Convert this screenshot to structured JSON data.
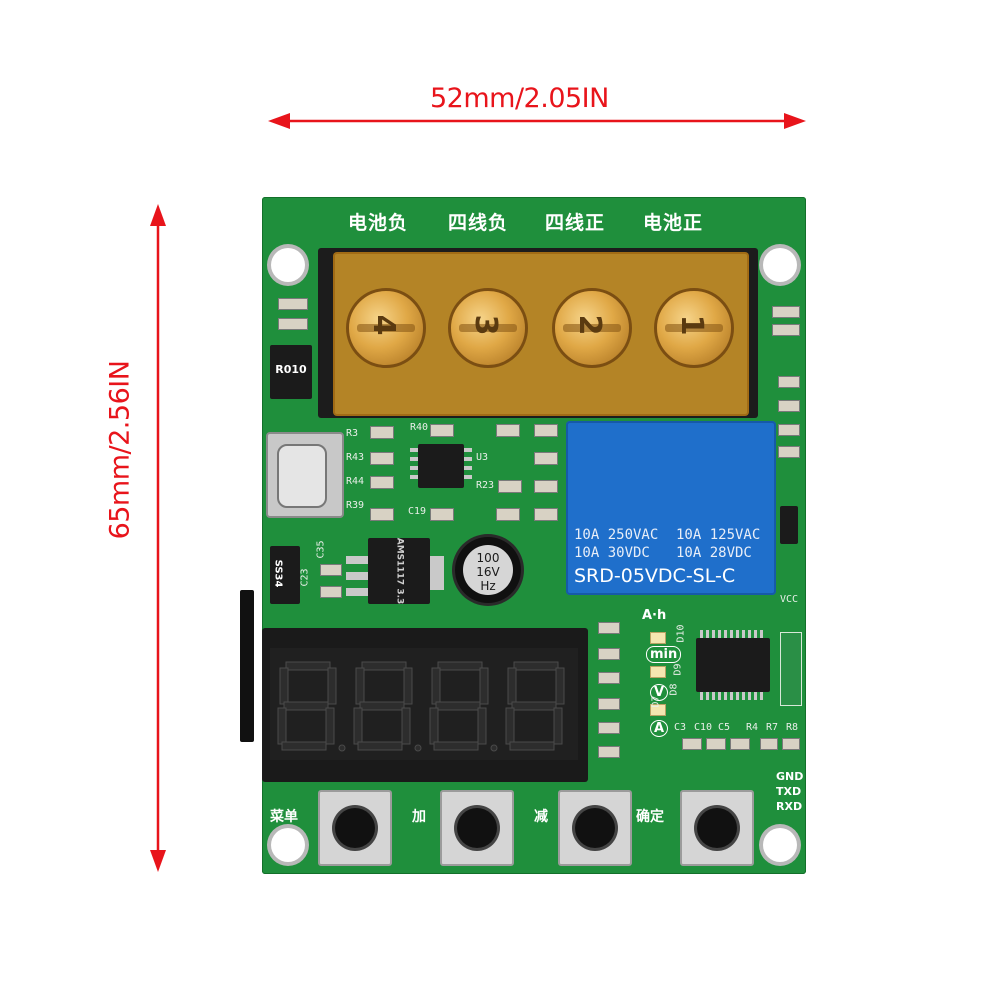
{
  "dimensions": {
    "width_label": "52mm/2.05IN",
    "height_label": "65mm/2.56IN",
    "arrow_color": "#e8141b"
  },
  "terminal_labels": [
    "电池负",
    "四线负",
    "四线正",
    "电池正"
  ],
  "terminal_numbers": [
    "4",
    "3",
    "2",
    "1"
  ],
  "relay": {
    "ratings": [
      "10A 250VAC",
      "10A 125VAC",
      "10A 30VDC",
      "10A 28VDC"
    ],
    "model": "SRD-05VDC-SL-C"
  },
  "capacitor": {
    "line1": "100",
    "line2": "16V",
    "line3": "Hz"
  },
  "resistor_label": "R010",
  "regulator_label": "AMS1117 3.3",
  "diode_label": "SS34",
  "indicators": [
    "A·h",
    "min",
    "V",
    "A"
  ],
  "serial_pins": [
    "GND",
    "TXD",
    "RXD"
  ],
  "vcc_label": "VCC",
  "silkscreen": {
    "labels_left": [
      "R3",
      "R43",
      "R44",
      "R39"
    ],
    "labels_mid": [
      "R40",
      "C19",
      "R23",
      "U3"
    ],
    "labels_caps": [
      "C23",
      "C35"
    ],
    "labels_right": [
      "C3",
      "C10",
      "C5",
      "R4",
      "R7",
      "R8"
    ],
    "labels_led": [
      "D10",
      "D9",
      "D8",
      "D7"
    ]
  },
  "buttons": [
    "菜单",
    "加",
    "减",
    "确定"
  ],
  "colors": {
    "pcb": "#1f8f3c",
    "relay": "#1f6fcb",
    "terminal_cover": "#d69b28"
  }
}
